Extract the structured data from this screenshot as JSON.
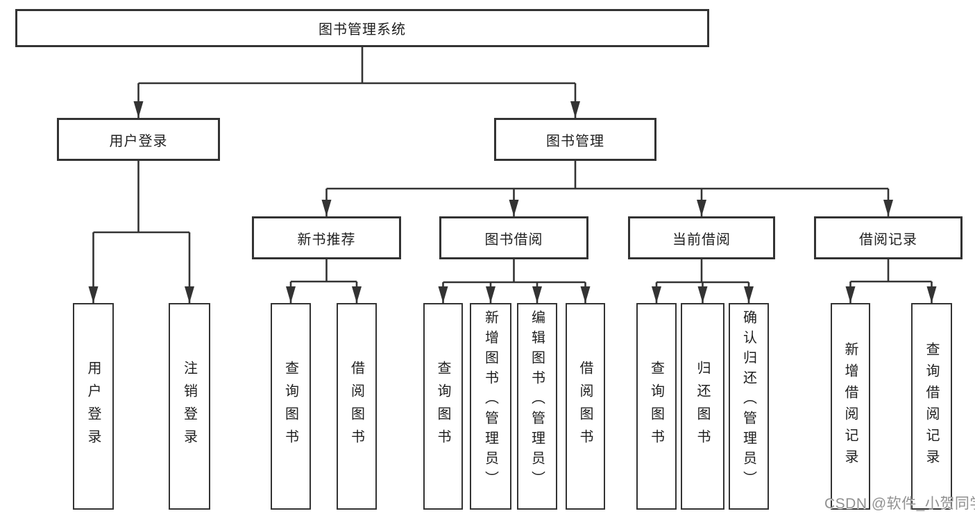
{
  "diagram": {
    "title": "图书管理系统",
    "level2": {
      "user_login": "用户登录",
      "book_mgmt": "图书管理"
    },
    "level3": {
      "new_book": "新书推荐",
      "book_borrow": "图书借阅",
      "current_borrow": "当前借阅",
      "borrow_record": "借阅记录"
    },
    "leaves": {
      "login": "用户登录",
      "logout": "注销登录",
      "nb_query": "查询图书",
      "nb_borrow": "借阅图书",
      "bb_query": "查询图书",
      "bb_add": "新增图书（管理员）",
      "bb_edit": "编辑图书（管理员）",
      "bb_borrow": "借阅图书",
      "cb_query": "查询图书",
      "cb_return": "归还图书",
      "cb_confirm": "确认归还（管理员）",
      "br_add": "新增借阅记录",
      "br_query": "查询借阅记录"
    }
  },
  "watermark": "CSDN @软件_小贺同学",
  "colors": {
    "line": "#333333",
    "border": "#333333",
    "fill": "#ffffff",
    "text": "#1f1f1f",
    "watermark": "#919191"
  }
}
